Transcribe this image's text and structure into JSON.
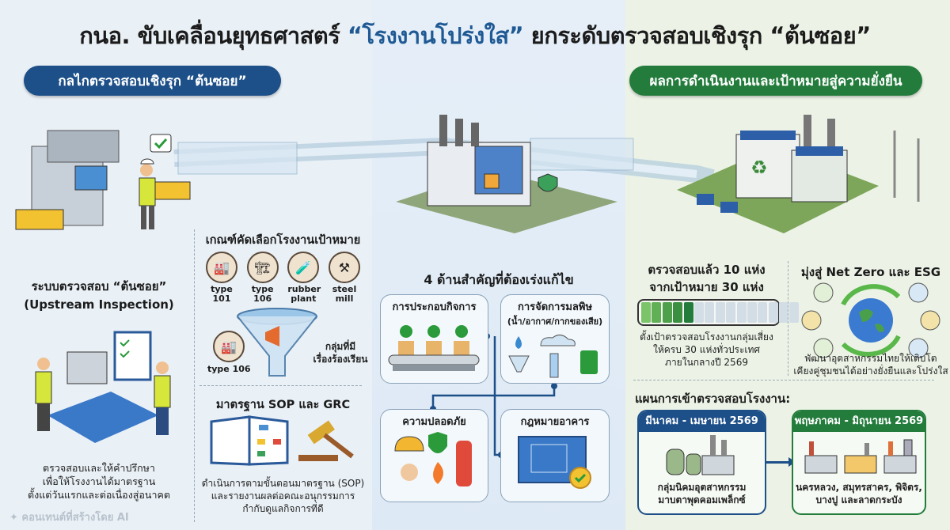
{
  "header": {
    "title_prefix": "กนอ. ขับเคลื่อนยุทธศาสตร์ ",
    "title_highlight": "“โรงงานโปร่งใส”",
    "title_suffix": " ยกระดับตรวจสอบเชิงรุก “ต้นซอย”",
    "left_section": "กลไกตรวจสอบเชิงรุก “ต้นซอย”",
    "right_section": "ผลการดำเนินงานและเป้าหมายสู่ความยั่งยืน"
  },
  "colors": {
    "blue": "#1d4f88",
    "green": "#237c3c",
    "highlight": "#1f5a94"
  },
  "upstream": {
    "title": "ระบบตรวจสอบ “ต้นซอย”",
    "subtitle": "(Upstream Inspection)",
    "caption": [
      "ตรวจสอบและให้คำปรึกษา",
      "เพื่อให้โรงงานได้มาตรฐาน",
      "ตั้งแต่วันแรกและต่อเนื่องสู่อนาคต"
    ]
  },
  "criteria": {
    "title": "เกณฑ์คัดเลือกโรงงานเป้าหมาย",
    "types": [
      "type 101",
      "type 106",
      "rubber plant",
      "steel mill"
    ],
    "extra_type": "type 106",
    "complaint_label": [
      "กลุ่มที่มี",
      "เรื่องร้องเรียน"
    ]
  },
  "sop": {
    "title": "มาตรฐาน SOP และ GRC",
    "caption": [
      "ดำเนินการตามขั้นตอนมาตรฐาน (SOP)",
      "และรายงานผลต่อคณะอนุกรรมการ",
      "กำกับดูแลกิจการที่ดี"
    ]
  },
  "watermark": "คอนเทนต์ที่สร้างโดย AI",
  "issues": {
    "title": "4 ด้านสำคัญที่ต้องเร่งแก้ไข",
    "items": [
      {
        "title": "การประกอบกิจการ",
        "sub": ""
      },
      {
        "title": "การจัดการมลพิษ",
        "sub": "(น้ำ/อากาศ/กากของเสีย)"
      },
      {
        "title": "ความปลอดภัย",
        "sub": ""
      },
      {
        "title": "กฎหมายอาคาร",
        "sub": ""
      }
    ]
  },
  "progress": {
    "title_1": "ตรวจสอบแล้ว 10 แห่ง",
    "title_2": "จากเป้าหมาย 30 แห่ง",
    "done": 10,
    "target": 30,
    "caption": [
      "ตั้งเป้าตรวจสอบโรงงานกลุ่มเสี่ยง",
      "ให้ครบ 30 แห่งทั่วประเทศ",
      "ภายในกลางปี 2569"
    ]
  },
  "netzero": {
    "title": "มุ่งสู่ Net Zero และ ESG",
    "caption": [
      "พัฒนาอุตสาหกรรมไทยให้เติบโต",
      "เคียงคู่ชุมชนได้อย่างยั่งยืนและโปร่งใส"
    ]
  },
  "plan": {
    "title": "แผนการเข้าตรวจสอบโรงงาน:",
    "phases": [
      {
        "period": "มีนาคม - เมษายน 2569",
        "detail": [
          "กลุ่มนิคมอุตสาหกรรม",
          "มาบตาพุดคอมเพล็กซ์"
        ]
      },
      {
        "period": "พฤษภาคม - มิถุนายน 2569",
        "detail": [
          "นครหลวง, สมุทรสาคร, พิจิตร,",
          "บางปู และลาดกระบัง"
        ]
      }
    ]
  }
}
